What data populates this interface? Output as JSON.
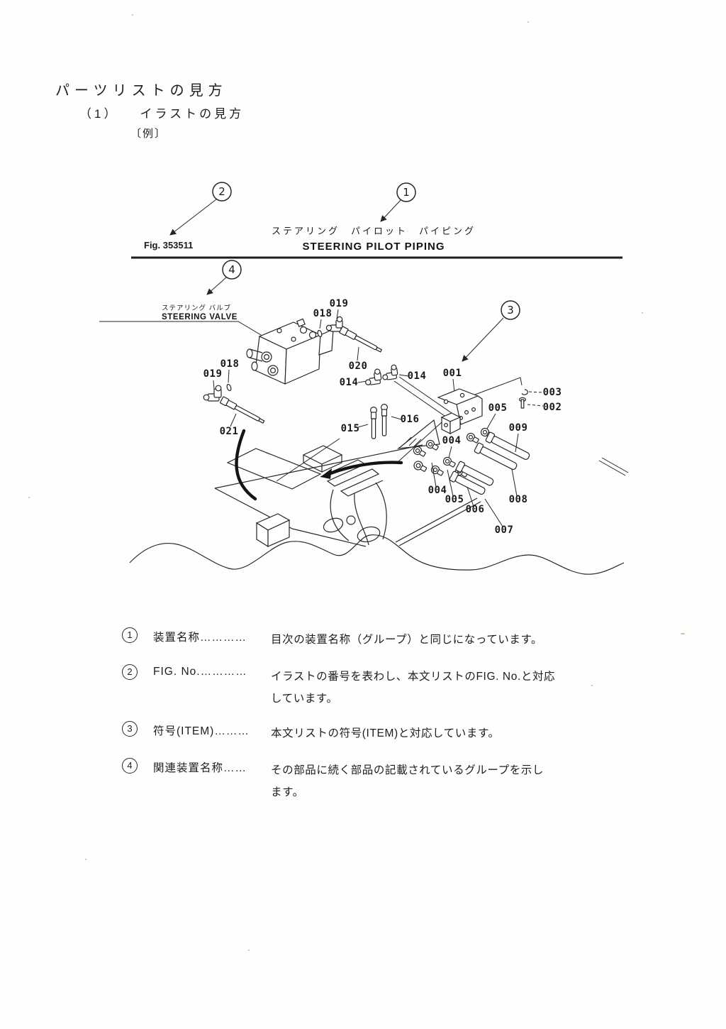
{
  "page": {
    "title": "パーツリストの見方",
    "subtitle_no": "（1）",
    "subtitle": "イラストの見方",
    "example": "〔例〕"
  },
  "figure": {
    "fig_no": "Fig. 353511",
    "title_ja": "ステアリング　パイロット　パイピング",
    "title_en": "STEERING PILOT PIPING",
    "valve_ja": "ステアリング バルブ",
    "valve_en": "STEERING VALVE",
    "balloons": {
      "b1": "1",
      "b2": "2",
      "b3": "3",
      "b4": "4"
    },
    "parts": {
      "p018a": "018",
      "p019a": "019",
      "p020": "020",
      "p014a": "014",
      "p014b": "014",
      "p001": "001",
      "p002": "002",
      "p003": "003",
      "p004a": "004",
      "p004b": "004",
      "p005a": "005",
      "p005b": "005",
      "p006": "006",
      "p007": "007",
      "p008": "008",
      "p009": "009",
      "p015": "015",
      "p016": "016",
      "p018b": "018",
      "p019b": "019",
      "p021": "021"
    }
  },
  "legend": {
    "items": [
      {
        "num": "1",
        "term": "装置名称…………",
        "desc1": "目次の装置名称（グループ）と同じになっています。",
        "desc2": ""
      },
      {
        "num": "2",
        "term": "FIG. No.…………",
        "desc1": "イラストの番号を表わし、本文リストのFIG. No.と対応",
        "desc2": "しています。"
      },
      {
        "num": "3",
        "term": "符号(ITEM)………",
        "desc1": "本文リストの符号(ITEM)と対応しています。",
        "desc2": ""
      },
      {
        "num": "4",
        "term": "関連装置名称……",
        "desc1": "その部品に続く部品の記載されているグループを示し",
        "desc2": "ます。"
      }
    ]
  }
}
